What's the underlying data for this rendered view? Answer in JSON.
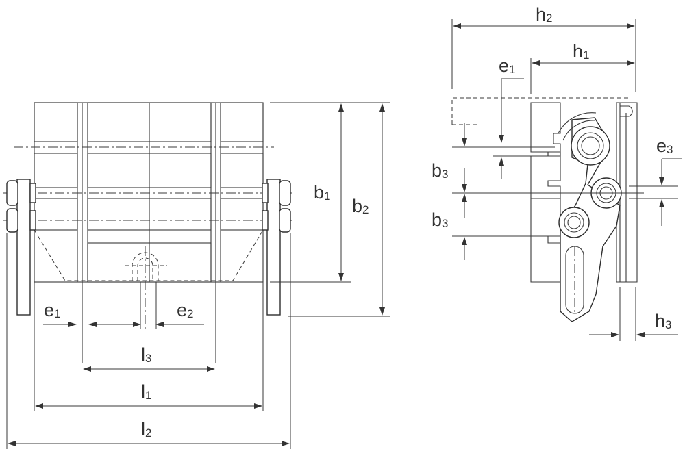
{
  "labels": {
    "front": {
      "b1": {
        "base": "b",
        "sub": "1"
      },
      "b2": {
        "base": "b",
        "sub": "2"
      },
      "e1": {
        "base": "e",
        "sub": "1"
      },
      "e2": {
        "base": "e",
        "sub": "2"
      },
      "l3": {
        "base": "l",
        "sub": "3"
      },
      "l1": {
        "base": "l",
        "sub": "1"
      },
      "l2": {
        "base": "l",
        "sub": "2"
      }
    },
    "side": {
      "h2": {
        "base": "h",
        "sub": "2"
      },
      "h1": {
        "base": "h",
        "sub": "1"
      },
      "e1": {
        "base": "e",
        "sub": "1"
      },
      "b3a": {
        "base": "b",
        "sub": "3"
      },
      "b3b": {
        "base": "b",
        "sub": "3"
      },
      "e3": {
        "base": "e",
        "sub": "3"
      },
      "h3": {
        "base": "h",
        "sub": "3"
      }
    }
  },
  "colors": {
    "line": "#3a3a3a",
    "background": "#ffffff"
  }
}
